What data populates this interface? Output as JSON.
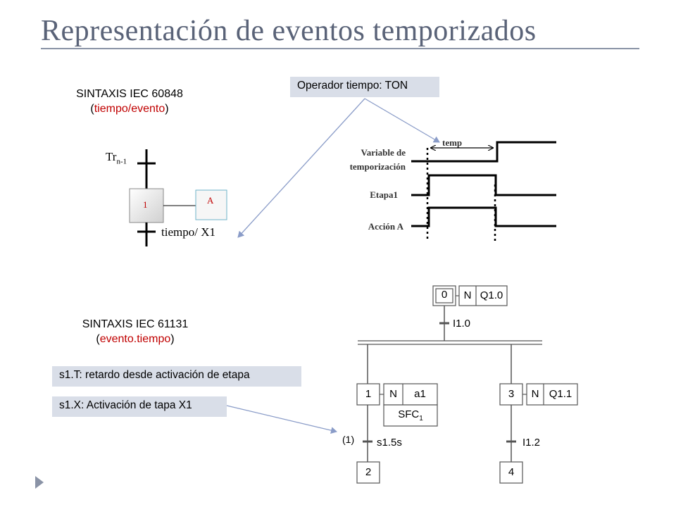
{
  "title": "Representación de eventos temporizados",
  "syntax1": {
    "heading": "SINTAXIS IEC 60848",
    "open": "(",
    "expr": "tiempo/evento",
    "close": ")"
  },
  "syntax2": {
    "heading": "SINTAXIS IEC 61131",
    "open": "(",
    "expr": "evento.tiempo",
    "close": ")"
  },
  "callouts": {
    "operator": "Operador tiempo: TON",
    "s1t": "s1.T: retardo desde activación de etapa",
    "s1x": "s1.X: Activación de tapa X1"
  },
  "grafcet1": {
    "transition_prefix": "Tr",
    "transition_sub": "n-1",
    "step": "1",
    "action": "A",
    "condition": "tiempo/ X1"
  },
  "timing": {
    "temp": "temp",
    "variable_line1": "Variable de",
    "variable_line2": "temporización",
    "etapa": "Etapa1",
    "accion": "Acción A"
  },
  "sfc": {
    "step0": "0",
    "action0_q": "N",
    "action0": "Q1.0",
    "t0": "I1.0",
    "step1": "1",
    "action1_q": "N",
    "action1": "a1",
    "sfc": "SFC",
    "t1_label": "(1)",
    "t1": "s1.5s",
    "step2": "2",
    "step3": "3",
    "action3_q": "N",
    "action3": "Q1.1",
    "t3": "I1.2",
    "step4": "4"
  },
  "colors": {
    "title": "#5a6378",
    "highlight": "#c00000",
    "callout_bg": "#d9dee8",
    "arrow": "#8a9cc8"
  }
}
